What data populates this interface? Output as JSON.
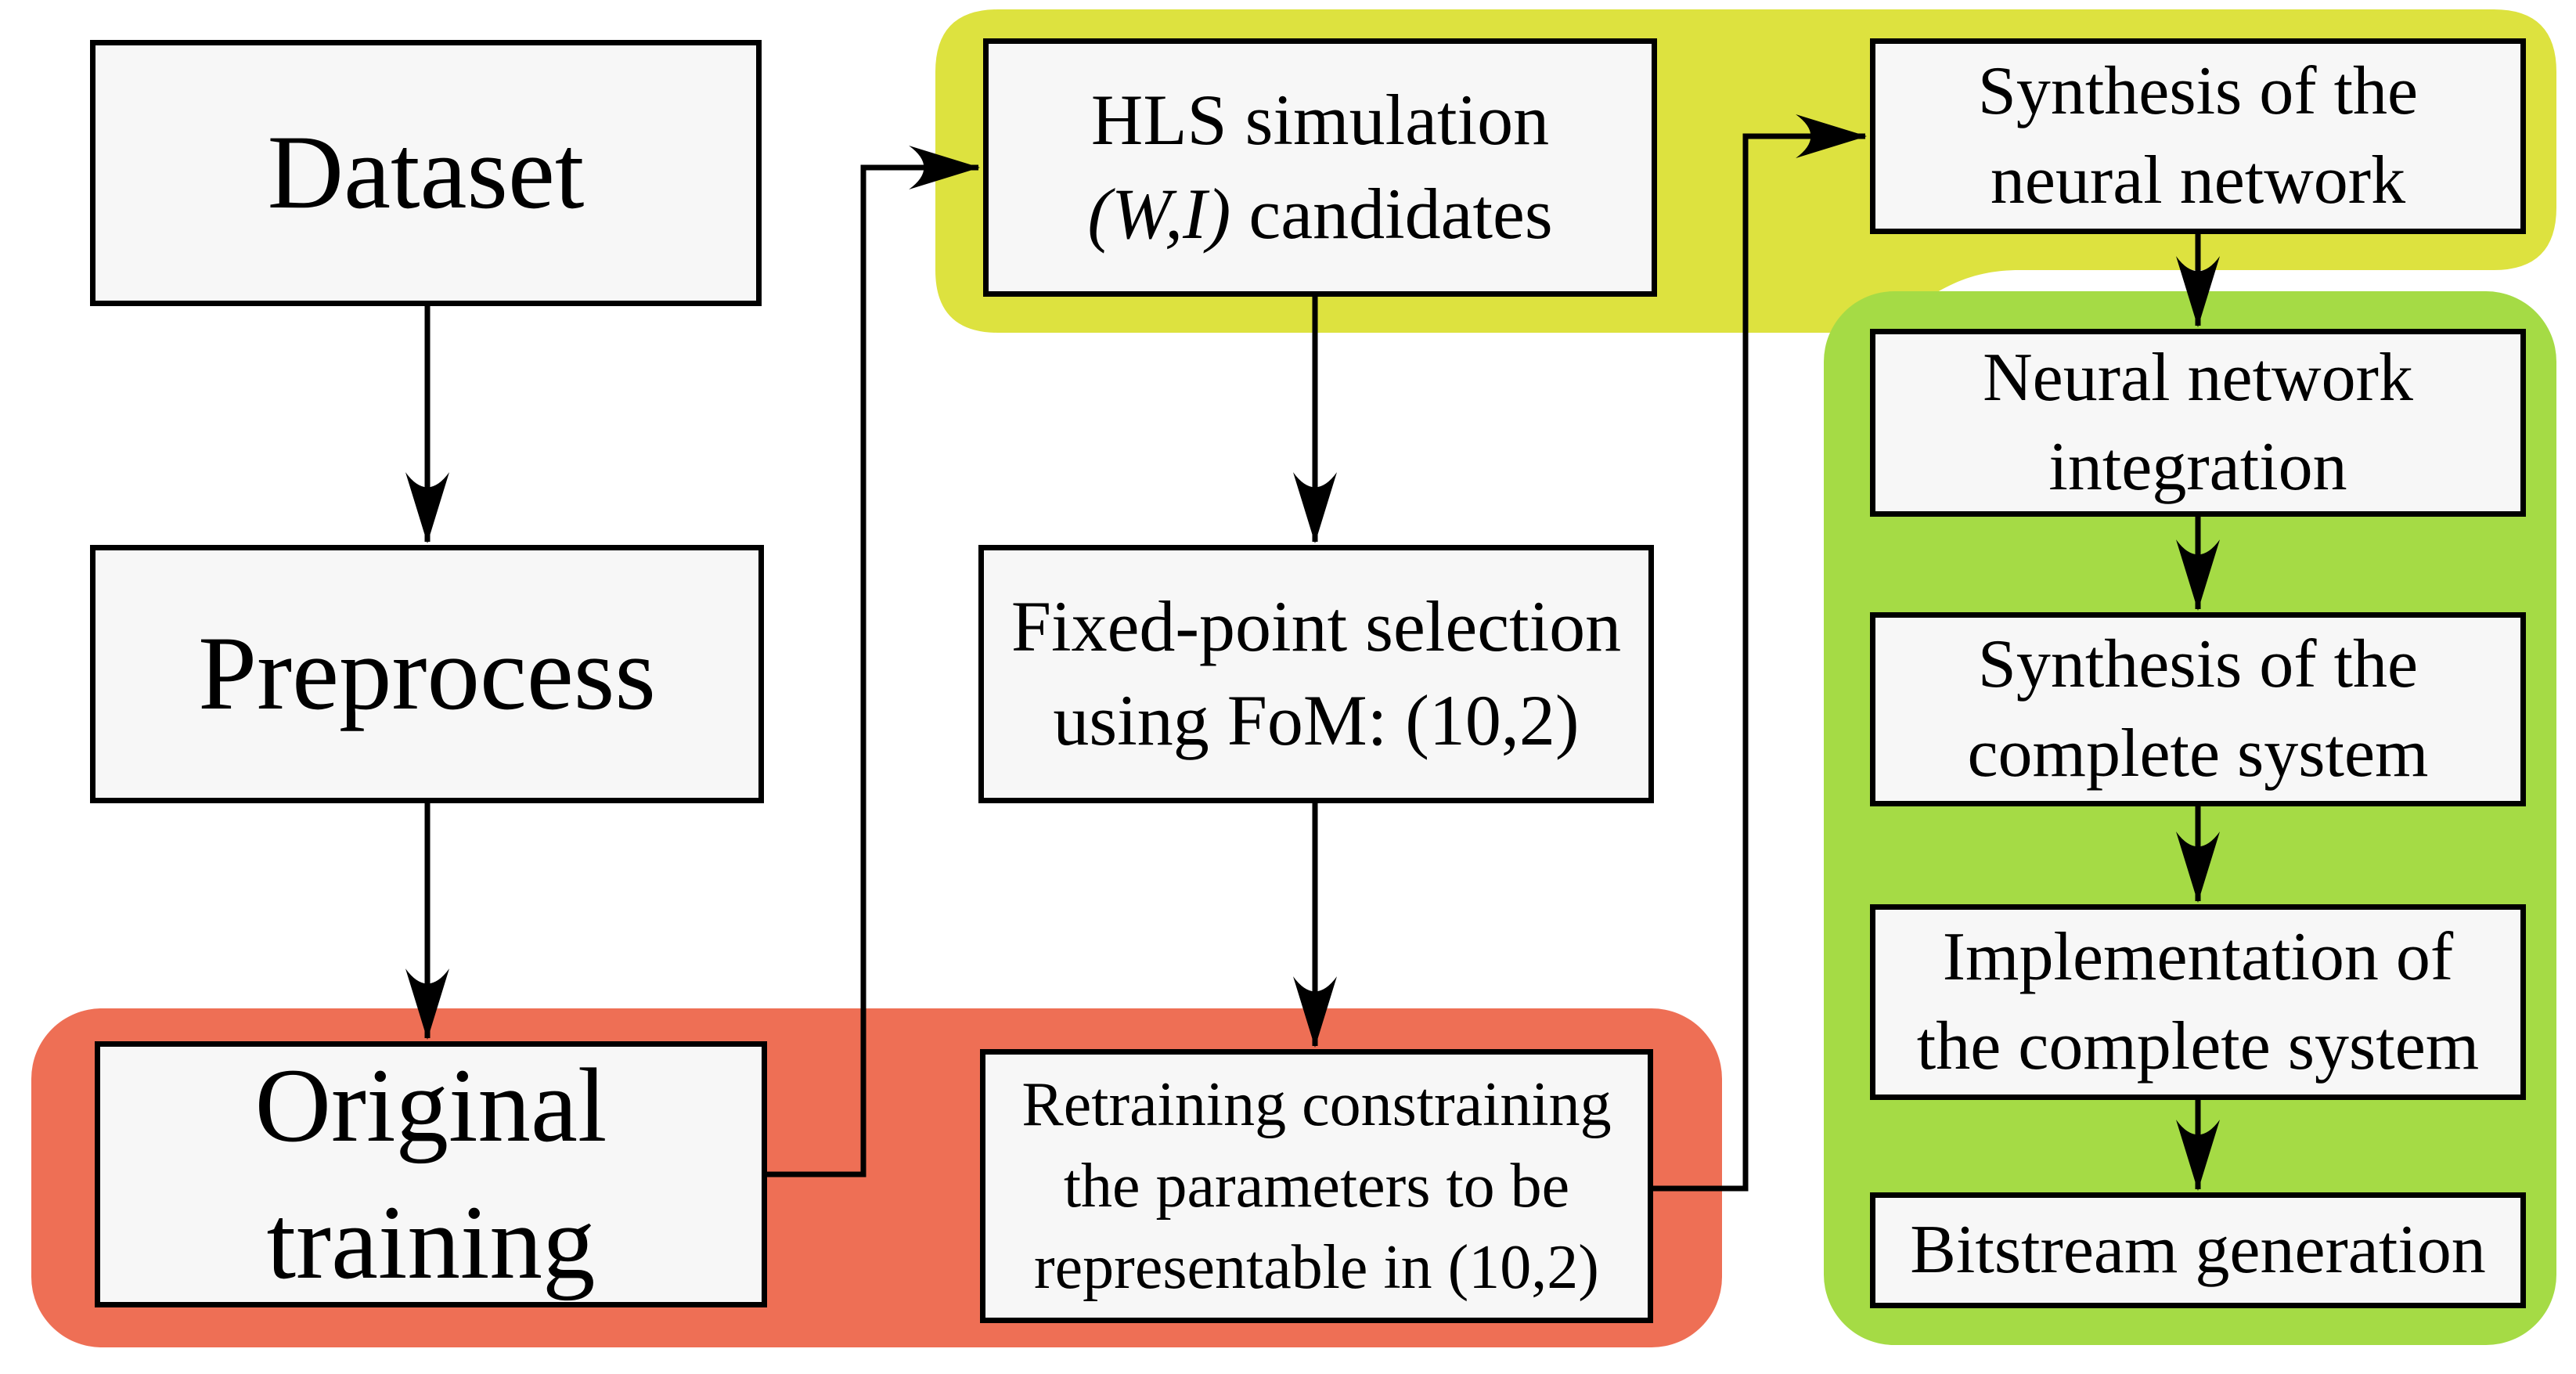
{
  "colors": {
    "canvas_background": "#ffffff",
    "box_fill": "#f7f7f7",
    "box_border": "#000000",
    "connector": "#000000",
    "hls_stage_region": "#dde23f",
    "training_stage_region": "#ee6f55",
    "implementation_stage_region": "#a5db45"
  },
  "nodes": {
    "dataset": {
      "label": "Dataset"
    },
    "preprocess": {
      "label": "Preprocess"
    },
    "original_training": {
      "lines": [
        "Original",
        "training"
      ]
    },
    "hls_simulation": {
      "line1": "HLS simulation",
      "math": "(W,I)",
      "line2_rest": " candidates"
    },
    "fixed_point": {
      "lines": [
        "Fixed-point selection",
        "using FoM: (10,2)"
      ]
    },
    "retraining": {
      "lines": [
        "Retraining constraining",
        "the parameters to be",
        "representable in (10,2)"
      ]
    },
    "synthesis_nn": {
      "lines": [
        "Synthesis of the",
        "neural network"
      ]
    },
    "nn_integration": {
      "lines": [
        "Neural network",
        "integration"
      ]
    },
    "synthesis_complete": {
      "lines": [
        "Synthesis of the",
        "complete system"
      ]
    },
    "implementation": {
      "lines": [
        "Implementation of",
        "the complete system"
      ]
    },
    "bitstream": {
      "label": "Bitstream generation"
    }
  }
}
